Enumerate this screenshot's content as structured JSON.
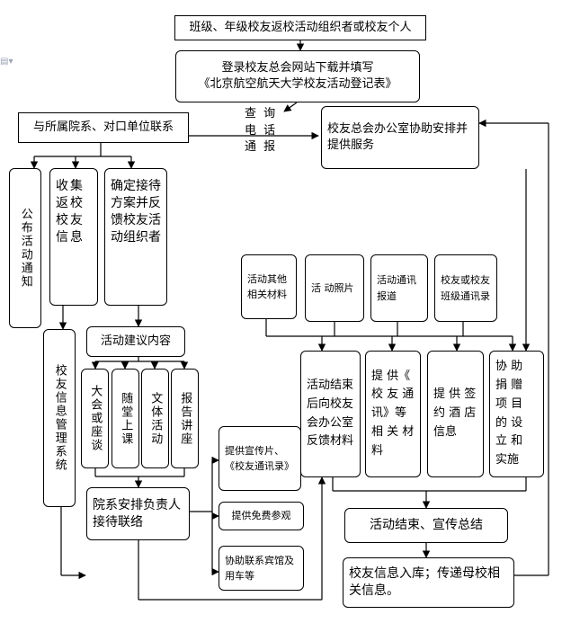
{
  "nodes": {
    "top1": "班级、年级校友返校活动组织者或校友个人",
    "top2_line1": "登录校友总会网站下载并填写",
    "top2_line2": "《北京航空航天大学校友活动登记表》",
    "contact": "与所属院系、对口单位联系",
    "office": "校友总会办公室协助安排并提供服务",
    "edge_label_1": "查 询",
    "edge_label_2": "电 话",
    "edge_label_3": "通 报",
    "notice": "公布活动通知",
    "collect": "收集返校校友信息",
    "confirm": "确定接待方案并反馈校友活动组织者",
    "mgmt": "校友信息管理系统",
    "suggest": "活动建议内容",
    "s1": "大会或座谈",
    "s2": "随堂上课",
    "s3": "文体活动",
    "s4": "报告讲座",
    "reception": "院系安排负责人接待联络",
    "promo": "提供宣传片、《校友通讯录》",
    "visit": "提供免费参观",
    "hotel": "协助联系宾馆及用车等",
    "m1": "活动其他相关材料",
    "m2": "活 动照片",
    "m3": "活动通讯报道",
    "m4": "校友或校友班级通讯录",
    "f1": "活动结束后向校友会办公室反馈材料",
    "f2": "提 供《 校 友 通 讯》等 相 关 材料",
    "f3": "提 供 签 约 酒 店 信息",
    "f4": "协 助 捐 赠 项 目 的 设 立 和 实施",
    "end": "活动结束、宣传总结",
    "db": "校友信息入库；传递母校相关信息。"
  }
}
